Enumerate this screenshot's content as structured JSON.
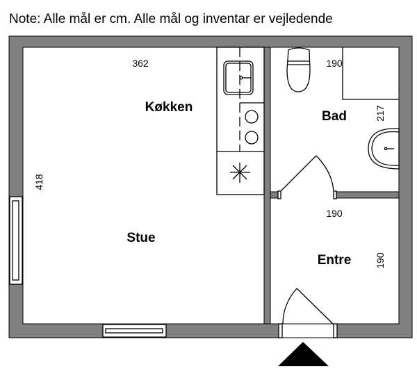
{
  "note": "Note: Alle mål er cm. Alle mål og inventar er vejledende",
  "rooms": {
    "kitchen": {
      "label": "Køkken"
    },
    "living": {
      "label": "Stue",
      "width_dim": "362",
      "depth_dim": "418"
    },
    "bath": {
      "label": "Bad",
      "width_dim": "190",
      "depth_dim": "217"
    },
    "entry": {
      "label": "Entre",
      "width_dim": "190",
      "depth_dim": "190"
    }
  },
  "colors": {
    "wall": "#808080",
    "line": "#000000"
  }
}
